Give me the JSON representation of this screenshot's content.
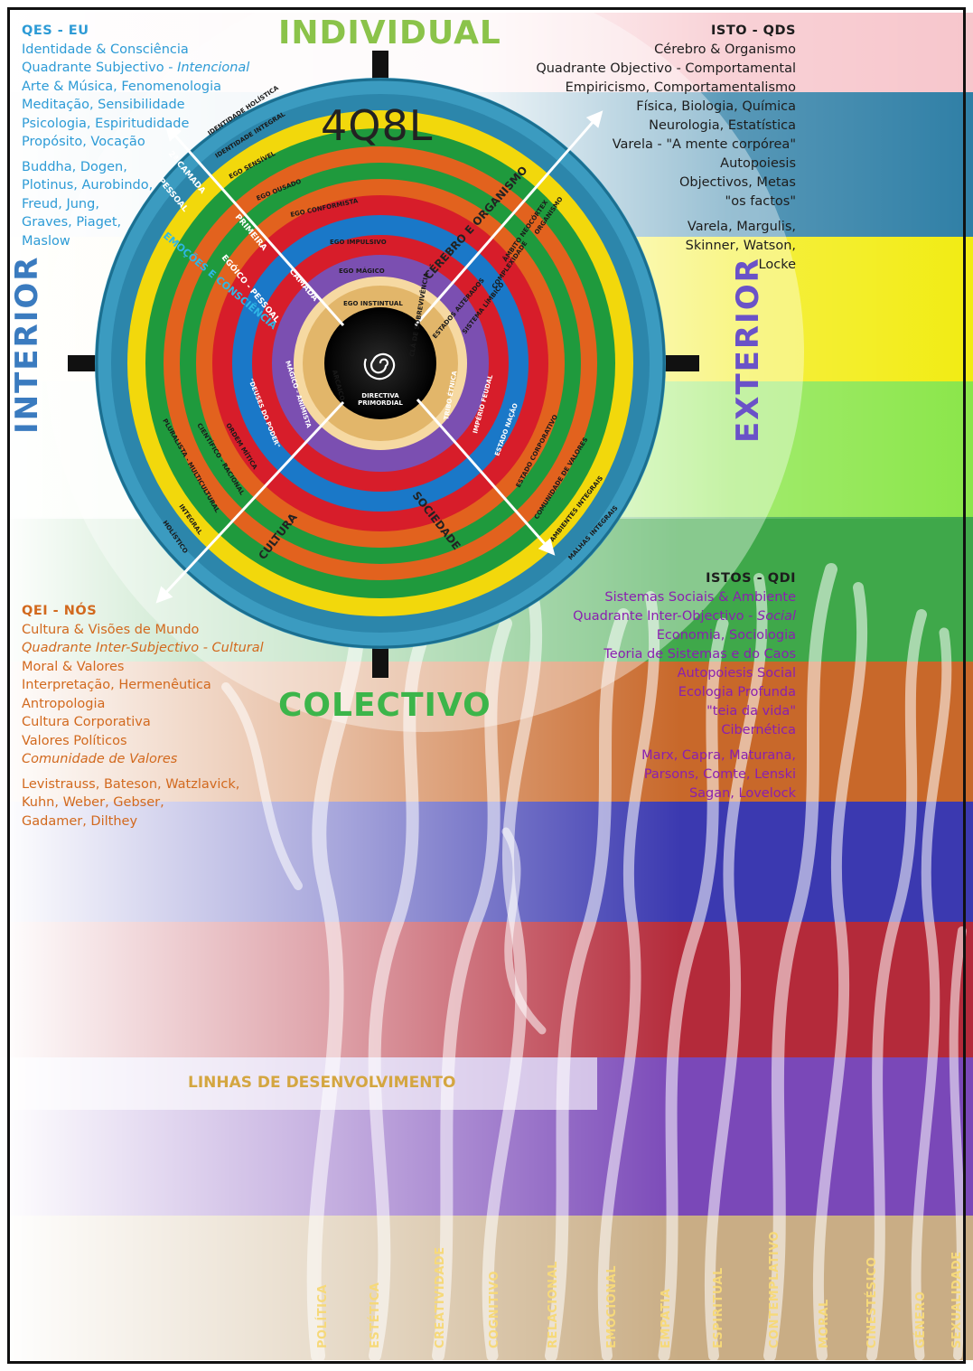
{
  "colors": {
    "background": "#ffffff",
    "band_pink": "#f7c6cc",
    "band_teal": "#2f7fa6",
    "band_yellow": "#f2ec13",
    "band_lime": "#8be64a",
    "band_green": "#3fa84a",
    "band_orange": "#c8682a",
    "band_blue": "#3b39b0",
    "band_red": "#b42a3a",
    "band_purple": "#7a48b8",
    "band_tan": "#c9ad85"
  },
  "titles": {
    "individual": "INDIVIDUAL",
    "colectivo": "COLECTIVO",
    "interior": "INTERIOR",
    "exterior": "EXTERIOR",
    "model": "4Q8L"
  },
  "qes": {
    "header": "QES - EU",
    "lines": [
      "Identidade & Consciência",
      "Quadrante Subjectivo - ",
      "Arte & Música, Fenomenologia",
      "Meditação, Sensibilidade",
      "Psicologia, Espiritudidade",
      "Propósito, Vocação"
    ],
    "italic_part": "Intencional",
    "names": [
      "Buddha, Dogen,",
      "Plotinus, Aurobindo,",
      "Freud, Jung,",
      "Graves, Piaget,",
      "Maslow"
    ]
  },
  "qds": {
    "header": "ISTO - QDS",
    "lines": [
      "Cérebro & Organismo",
      "Quadrante Objectivo - Comportamental",
      "Empiricismo, Comportamentalismo",
      "Física, Biologia, Química",
      "Neurologia, Estatística",
      "Varela - \"A mente corpórea\"",
      "Autopoiesis",
      "Objectivos, Metas",
      "\"os factos\""
    ],
    "names": [
      "Varela, Margulis,",
      "Skinner, Watson,",
      "Locke"
    ]
  },
  "qei": {
    "header": "QEI - NÓS",
    "line1": "Cultura & Visões de Mundo",
    "italic_line": "Quadrante Inter-Subjectivo - Cultural",
    "lines": [
      "Moral & Valores",
      "Interpretação, Hermenêutica",
      "Antropologia",
      "Cultura Corporativa",
      "Valores Políticos"
    ],
    "italic_last": "Comunidade de Valores",
    "names": [
      "Levistrauss, Bateson, Watzlavick,",
      "Kuhn, Weber, Gebser,",
      "Gadamer, Dilthey"
    ]
  },
  "qdi": {
    "header": "ISTOS - QDI",
    "line1": "Sistemas Sociais & Ambiente",
    "line2_prefix": "Quadrante Inter-Objectivo - ",
    "line2_italic": "Social",
    "lines": [
      "Economia, Sociologia",
      "Teoria de Sistemas e do Caos",
      "Autopoiesis Social",
      "Ecologia Profunda",
      "\"teia da vida\"",
      "Cibernética"
    ],
    "names": [
      "Marx, Capra, Maturana,",
      "Parsons, Comte, Lenski",
      "Sagan, Lovelock"
    ]
  },
  "wheel": {
    "center_label": "DIRECTIVA PRIMORDIAL",
    "upper_left": [
      "IDENTIDADE HOLÍSTICA",
      "IDENTIDADE INTEGRAL",
      "EGO SENSÍVEL",
      "EGO OUSADO",
      "EGO CONFORMISTA",
      "EGO IMPULSIVO",
      "EGO MÁGICO",
      "EGO INSTINTUAL"
    ],
    "layer_words": [
      "2ª CAMADA",
      "PESSOAL",
      "PRIMEIRA",
      "CAMADA",
      "EGÓICO - PESSOAL",
      "EMOÇÕES E CONSCIÊNCIA"
    ],
    "quadrant_labels": [
      "CÉREBRO E ORGANISMO",
      "CULTURA",
      "SOCIEDADE"
    ],
    "upper_right": [
      "ESTADOS ALTERADOS",
      "ÂMBITO NEOCÓRTEX",
      "COMPLEXIDADE",
      "SISTEMA LÍMBICO",
      "ORGANISMO"
    ],
    "lower_left": [
      "HOLÍSTICO",
      "INTEGRAL",
      "PLURALISTA - MULTICULTURAL",
      "CIENTÍFICO - RACIONAL",
      "ORDEM MÍTICA",
      "DEUSES DO PODER",
      "MÁGICO - ANIMISTA",
      "ARCAICO"
    ],
    "lower_right": [
      "CLÃ DE SOBREVIVÊNCIA",
      "TRIBO ÉTNICA",
      "IMPÉRIO FEUDAL",
      "ESTADO NAÇÃO",
      "ESTADO CORPORATIVO",
      "COMUNIDADE DE VALORES",
      "AMBIENTES INTEGRAIS",
      "MALHAS INTEGRAIS"
    ]
  },
  "linhas": {
    "title": "LINHAS DE DESENVOLVIMENTO",
    "labels": [
      "POLÍTICA",
      "ESTÉTICA",
      "CREATIVIDADE",
      "COGNITIVO",
      "RELACIONAL",
      "EMOCIONAL",
      "EMPATIA",
      "ESPIRITUAL",
      "CONTEMPLATIVO",
      "MORAL",
      "CINESTÉSICO",
      "GÉNERO",
      "SEXUALIDADE"
    ]
  }
}
